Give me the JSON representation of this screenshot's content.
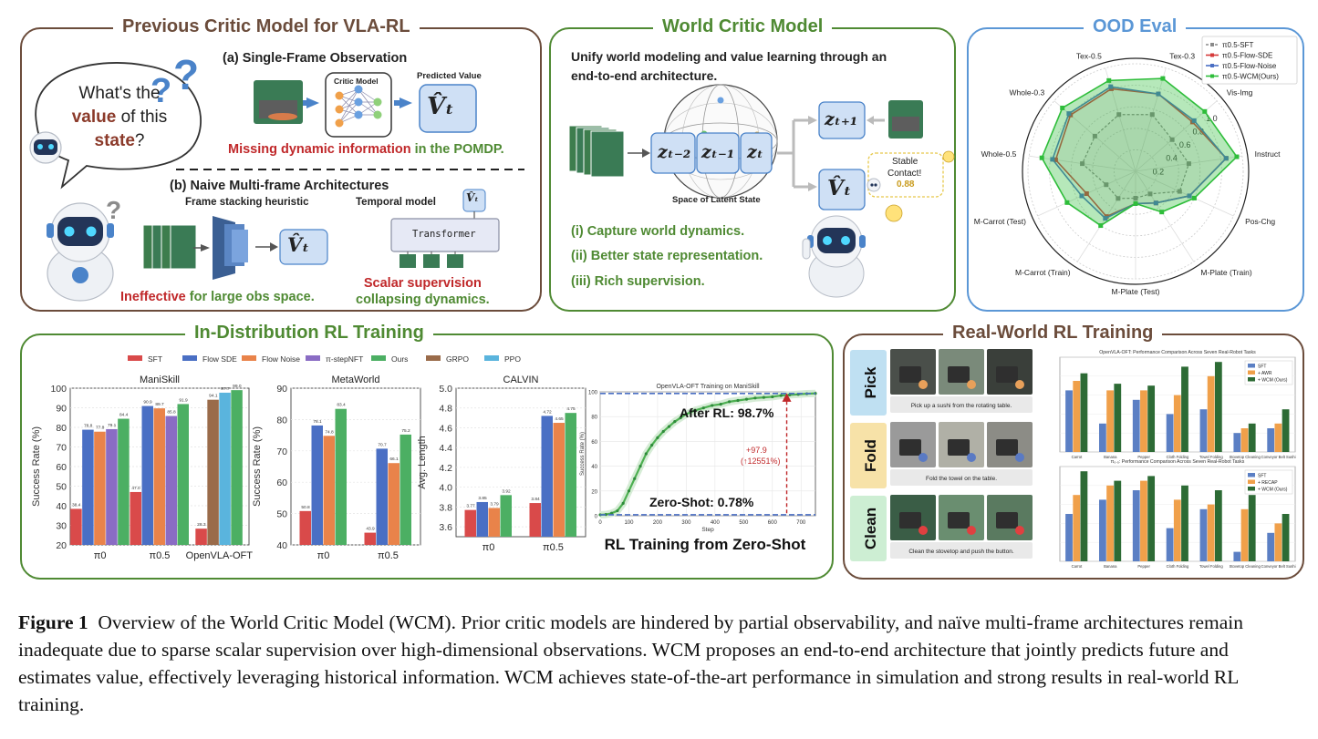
{
  "panels": {
    "previous": {
      "title": "Previous Critic Model for VLA-RL",
      "color": "#6b4c3b"
    },
    "world": {
      "title": "World Critic Model",
      "color": "#4f8a33"
    },
    "ood": {
      "title": "OOD Eval",
      "color": "#5b97d6"
    },
    "indist": {
      "title": "In-Distribution RL Training",
      "color": "#4f8a33"
    },
    "realworld": {
      "title": "Real-World RL Training",
      "color": "#6b4c3b"
    }
  },
  "previous": {
    "bubble": {
      "line1": "What's the",
      "value_word": "value",
      "line2_rest": " of this",
      "state_word": "state",
      "qmark": "?"
    },
    "single_frame": {
      "label": "(a)  Single-Frame Observation",
      "critic_label": "Critic Model",
      "predicted_label": "Predicted Value",
      "vhat": "V̂ₜ",
      "missing_red": "Missing dynamic information",
      "missing_rest": " in the POMDP."
    },
    "multi_frame": {
      "label": "(b)  Naive Multi-frame Architectures",
      "stacking_label": "Frame stacking heuristic",
      "temporal_label": "Temporal model",
      "transformer": "Transformer",
      "vhat": "V̂ₜ",
      "ineffective_red": "Ineffective",
      "ineffective_rest": " for large obs space.",
      "scalar_red": "Scalar supervision",
      "scalar_rest": "collapsing dynamics."
    }
  },
  "world": {
    "intro": "Unify world modeling and value learning through an",
    "intro2": "end-to-end architecture.",
    "z_tm2": "zₜ₋₂",
    "z_tm1": "zₜ₋₁",
    "z_t": "zₜ",
    "z_tp1": "zₜ₊₁",
    "vhat": "V̂ₜ",
    "latent_label": "Space of Latent State",
    "stable_label": "Stable",
    "contact_label": "Contact!",
    "contact_value": "0.88",
    "points": [
      "(i) Capture world dynamics.",
      "(ii) Better state representation.",
      "(iii) Rich supervision."
    ]
  },
  "ood": {
    "axes": [
      "Tex-0.3",
      "Vis-Img",
      "Instruct",
      "Pos-Chg",
      "M-Plate (Train)",
      "M-Plate (Test)",
      "M-Carrot (Train)",
      "M-Carrot (Test)",
      "Whole-0.5",
      "Whole-0.3",
      "Tex-0.5"
    ],
    "ring_labels": [
      "0.2",
      "0.4",
      "0.6",
      "0.8",
      "1.0"
    ],
    "series": [
      {
        "name": "π0.5-SFT",
        "color": "#8a8a8a",
        "values": [
          0.55,
          0.45,
          0.5,
          0.45,
          0.25,
          0.25,
          0.3,
          0.3,
          0.5,
          0.5,
          0.55
        ]
      },
      {
        "name": "π0.5-Flow-SDE",
        "color": "#d63a3a",
        "values": [
          0.75,
          0.7,
          0.85,
          0.55,
          0.35,
          0.3,
          0.5,
          0.5,
          0.75,
          0.8,
          0.8
        ]
      },
      {
        "name": "π0.5-Flow-Noise",
        "color": "#4a6fc4",
        "values": [
          0.75,
          0.72,
          0.85,
          0.55,
          0.35,
          0.3,
          0.52,
          0.55,
          0.78,
          0.82,
          0.82
        ]
      },
      {
        "name": "π0.5-WCM(Ours)",
        "color": "#2ebd3a",
        "values": [
          0.9,
          0.85,
          0.95,
          0.6,
          0.45,
          0.3,
          0.6,
          0.7,
          0.88,
          0.9,
          0.88
        ]
      }
    ]
  },
  "legend": [
    "SFT",
    "Flow SDE",
    "Flow Noise",
    "π-stepNFT",
    "Ours",
    "GRPO",
    "PPO"
  ],
  "legend_colors": [
    "#d94a4a",
    "#4a6fc4",
    "#e9834a",
    "#8a6cc4",
    "#4caf63",
    "#9a6b4a",
    "#5ab4dd"
  ],
  "chart_data": [
    {
      "type": "bar",
      "title": "ManiSkill",
      "ylabel": "Success Rate (%)",
      "ylim": [
        20,
        100
      ],
      "categories": [
        "π0",
        "π0.5",
        "OpenVLA-OFT"
      ],
      "yticks": [
        "20",
        "30",
        "40",
        "50",
        "60",
        "70",
        "80",
        "90",
        "100"
      ],
      "groups": [
        {
          "bars": [
            {
              "s": 0,
              "v": 38.4,
              "label": "38.4"
            },
            {
              "s": 1,
              "v": 78.8,
              "label": "78.8"
            },
            {
              "s": 2,
              "v": 77.8,
              "label": "77.8"
            },
            {
              "s": 3,
              "v": 79.1,
              "label": "79.1"
            },
            {
              "s": 4,
              "v": 84.4,
              "label": "84.4"
            }
          ]
        },
        {
          "bars": [
            {
              "s": 0,
              "v": 47.0,
              "label": "47.0"
            },
            {
              "s": 1,
              "v": 90.9,
              "label": "90.9"
            },
            {
              "s": 2,
              "v": 89.7,
              "label": "89.7"
            },
            {
              "s": 3,
              "v": 85.8,
              "label": "85.8"
            },
            {
              "s": 4,
              "v": 91.9,
              "label": "91.9"
            }
          ]
        },
        {
          "bars": [
            {
              "s": 0,
              "v": 28.3,
              "label": "28.3"
            },
            {
              "s": 5,
              "v": 94.1,
              "label": "94.1"
            },
            {
              "s": 6,
              "v": 97.7,
              "label": "97.7"
            },
            {
              "s": 4,
              "v": 99.0,
              "label": "99.0"
            }
          ]
        }
      ]
    },
    {
      "type": "bar",
      "title": "MetaWorld",
      "ylabel": "Success Rate (%)",
      "ylim": [
        40,
        90
      ],
      "categories": [
        "π0",
        "π0.5"
      ],
      "yticks": [
        "40",
        "50",
        "60",
        "70",
        "80",
        "90"
      ],
      "groups": [
        {
          "bars": [
            {
              "s": 0,
              "v": 50.8,
              "label": "50.8"
            },
            {
              "s": 1,
              "v": 78.1,
              "label": "78.1"
            },
            {
              "s": 2,
              "v": 74.8,
              "label": "74.8"
            },
            {
              "s": 4,
              "v": 83.4,
              "label": "83.4"
            }
          ]
        },
        {
          "bars": [
            {
              "s": 0,
              "v": 43.9,
              "label": "43.9"
            },
            {
              "s": 1,
              "v": 70.7,
              "label": "70.7"
            },
            {
              "s": 2,
              "v": 66.1,
              "label": "66.1"
            },
            {
              "s": 4,
              "v": 75.2,
              "label": "75.2"
            }
          ]
        }
      ]
    },
    {
      "type": "bar",
      "title": "CALVIN",
      "ylabel": "Avg. Length",
      "ylim": [
        3.5,
        5.0
      ],
      "categories": [
        "π0",
        "π0.5"
      ],
      "yticks": [
        "3.6",
        "3.8",
        "4.0",
        "4.2",
        "4.4",
        "4.6",
        "4.8",
        "5.0"
      ],
      "groups": [
        {
          "bars": [
            {
              "s": 0,
              "v": 3.77,
              "label": "3.77"
            },
            {
              "s": 1,
              "v": 3.85,
              "label": "3.85"
            },
            {
              "s": 2,
              "v": 3.79,
              "label": "3.79"
            },
            {
              "s": 4,
              "v": 3.92,
              "label": "3.92"
            }
          ]
        },
        {
          "bars": [
            {
              "s": 0,
              "v": 3.84,
              "label": "3.84"
            },
            {
              "s": 1,
              "v": 4.72,
              "label": "4.72"
            },
            {
              "s": 2,
              "v": 4.65,
              "label": "4.65"
            },
            {
              "s": 4,
              "v": 4.75,
              "label": "4.75"
            }
          ]
        }
      ]
    },
    {
      "type": "line",
      "title": "OpenVLA-OFT Training on ManiSkill",
      "xlabel": "Step",
      "ylabel": "Success Rate (%)",
      "xlim": [
        0,
        750
      ],
      "ylim": [
        0,
        100
      ],
      "xticks": [
        "0",
        "100",
        "200",
        "300",
        "400",
        "500",
        "600",
        "700"
      ],
      "yticks": [
        "0",
        "20",
        "40",
        "60",
        "80",
        "100"
      ],
      "series": [
        {
          "x": [
            0,
            20,
            40,
            60,
            80,
            100,
            120,
            140,
            160,
            180,
            200,
            220,
            240,
            260,
            280,
            300,
            330,
            360,
            390,
            420,
            450,
            480,
            510,
            540,
            570,
            600,
            630,
            660,
            690,
            720,
            750
          ],
          "y": [
            0.78,
            1,
            2,
            4,
            10,
            20,
            30,
            40,
            50,
            57,
            63,
            68,
            72,
            76,
            79,
            82,
            85,
            87,
            89,
            90,
            92,
            93,
            94,
            95,
            95.5,
            96,
            97,
            97.5,
            98,
            98.5,
            98.7
          ]
        }
      ],
      "after_label": "After RL: 98.7%",
      "zero_label": "Zero-Shot: 0.78%",
      "gain_label": "+97.9",
      "gain_label2": "(↑12551%)",
      "subtitle": "RL Training from Zero-Shot"
    },
    {
      "type": "bar",
      "title": "OpenVLA-OFT: Performance Comparison Across Seven Real-Robot Tasks",
      "ylim": [
        0,
        10
      ],
      "categories": [
        "Carrot",
        "Banana",
        "Pepper",
        "Cloth Folding",
        "Towel Folding",
        "Stovetop Cleaning",
        "Conveyor Belt Sushi"
      ],
      "series": [
        {
          "name": "SFT",
          "color": "#5b7fc4",
          "values": [
            6.5,
            3.0,
            5.5,
            4.0,
            4.5,
            2.0,
            2.5
          ]
        },
        {
          "name": "+ AWR",
          "color": "#f0a04a",
          "values": [
            7.5,
            6.5,
            6.5,
            6.0,
            8.0,
            2.5,
            3.0
          ]
        },
        {
          "name": "+ WCM (Ours)",
          "color": "#2d6b35",
          "values": [
            8.3,
            7.2,
            7.0,
            9.0,
            9.5,
            3.0,
            4.5
          ]
        }
      ]
    },
    {
      "type": "bar",
      "title": "π₀.₅: Performance Comparison Across Seven Real-Robot Tasks",
      "ylim": [
        0,
        10
      ],
      "categories": [
        "Carrot",
        "Banana",
        "Pepper",
        "Cloth Folding",
        "Towel Folding",
        "Stovetop Cleaning",
        "Conveyor Belt Sushi"
      ],
      "series": [
        {
          "name": "SFT",
          "color": "#5b7fc4",
          "values": [
            5.0,
            6.5,
            7.5,
            3.5,
            5.5,
            1.0,
            3.0
          ]
        },
        {
          "name": "+ RECAP",
          "color": "#f0a04a",
          "values": [
            7.0,
            8.0,
            8.5,
            6.5,
            6.0,
            5.5,
            4.0
          ]
        },
        {
          "name": "+ WCM (Ours)",
          "color": "#2d6b35",
          "values": [
            9.5,
            8.5,
            9.0,
            8.0,
            7.5,
            7.0,
            5.0
          ]
        }
      ]
    }
  ],
  "realworld": {
    "tasks": [
      {
        "name": "Pick",
        "color": "#bfe0f2",
        "caption": "Pick up a sushi from the rotating table."
      },
      {
        "name": "Fold",
        "color": "#f7e2a8",
        "caption": "Fold the towel on the table."
      },
      {
        "name": "Clean",
        "color": "#cdeed3",
        "caption": "Clean the stovetop and push the button."
      }
    ]
  },
  "caption": {
    "label": "Figure 1",
    "text": "Overview of the World Critic Model (WCM). Prior critic models are hindered by partial observability, and naïve multi-frame architectures remain inadequate due to sparse scalar supervision over high-dimensional observations. WCM proposes an end-to-end architecture that jointly predicts future and estimates value, effectively leveraging historical information. WCM achieves state-of-the-art performance in simulation and strong results in real-world RL training."
  }
}
